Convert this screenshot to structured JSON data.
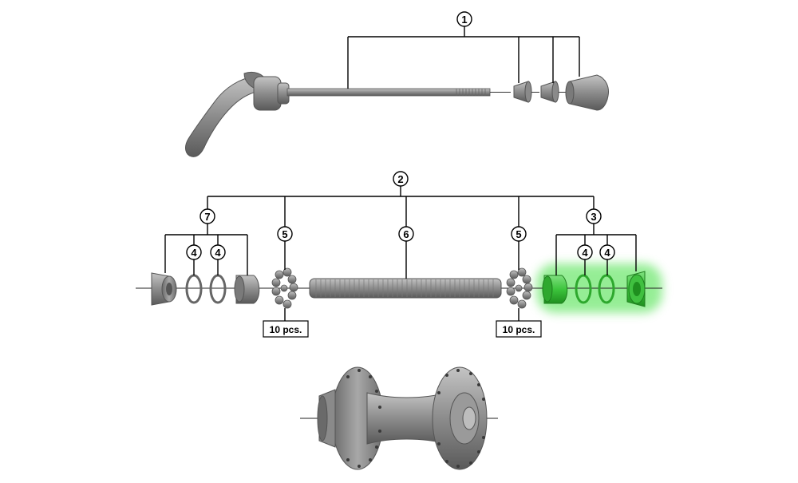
{
  "callouts": {
    "c1": "1",
    "c2": "2",
    "c3": "3",
    "c4a": "4",
    "c4b": "4",
    "c4c": "4",
    "c4d": "4",
    "c5a": "5",
    "c5b": "5",
    "c6": "6",
    "c7": "7"
  },
  "labels": {
    "pcs_left": "10 pcs.",
    "pcs_right": "10 pcs."
  },
  "highlight": {
    "color": "#3fe03f",
    "target_callout": "3"
  },
  "colors": {
    "part": "#8a8a8a",
    "part_dark": "#5e5e5e",
    "part_light": "#bdbdbd",
    "line": "#000000"
  }
}
